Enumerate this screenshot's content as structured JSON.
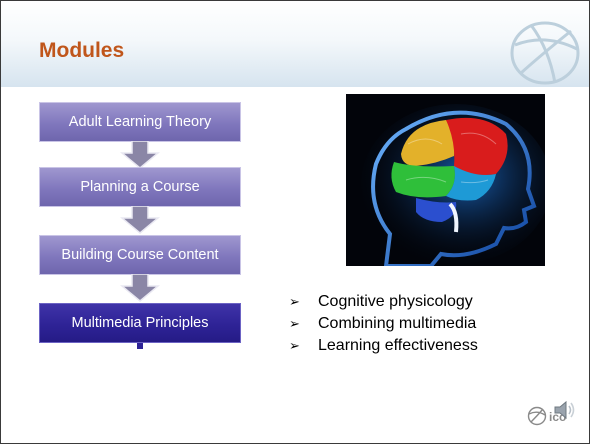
{
  "slide": {
    "title": "Modules",
    "flow_steps": [
      {
        "label": "Adult Learning Theory",
        "active": false
      },
      {
        "label": "Planning a Course",
        "active": false
      },
      {
        "label": "Building Course Content",
        "active": false
      },
      {
        "label": "Multimedia Principles",
        "active": true
      }
    ],
    "bullet_marker": "➢",
    "bullets": [
      "Cognitive physicology",
      "Combining multimedia",
      "Learning effectiveness"
    ],
    "footer_text": "ico",
    "colors": {
      "title": "#c0561b",
      "step": "#8077bd",
      "step_active": "#2e2396",
      "arrow": "#8a86a6"
    },
    "icons": [
      "globe-logo-icon",
      "brain-head-image",
      "ico-logo-icon",
      "speaker-icon"
    ]
  }
}
